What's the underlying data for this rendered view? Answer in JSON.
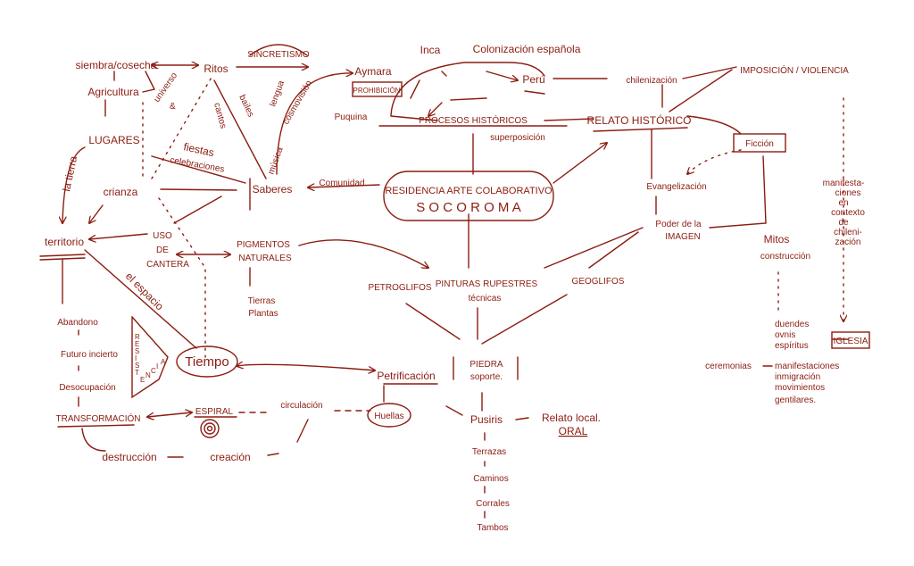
{
  "title": "Mapa conceptual Residencia Arte Colaborativo Socoroma",
  "colors": {
    "ink": "#8b1c10",
    "paper": "#ffffff"
  },
  "nodes": {
    "siembra": "siembra/cosecha",
    "agricultura": "Agricultura",
    "lugares": "LUGARES",
    "la_tierra": "la tierra",
    "crianza": "crianza",
    "territorio": "territorio",
    "ritos": "Ritos",
    "universo": "universo",
    "universo_amp": "&",
    "sincretismo": "SINCRETISMO",
    "bailes": "bailes",
    "cantos": "cantos",
    "fiestas": "fiestas",
    "celebraciones": "celebraciones",
    "saberes": "Saberes",
    "lengua": "lengua",
    "cosmovision": "cosmovisión",
    "musica": "música",
    "comunidad": "Comunidad",
    "aymara": "Aymara",
    "prohibicion": "PROHIBICIÓN",
    "puquina": "Puquina",
    "inca": "Inca",
    "colonizacion_espanola": "Colonización española",
    "peru": "Perú",
    "procesos": "PROCESOS HISTÓRICOS",
    "superposicion": "superposición",
    "residencia": "RESIDENCIA ARTE COLABORATIVO",
    "socoroma": "S O C O R O M A",
    "relato_historico": "RELATO HISTÓRICO",
    "chilenizacion": "chilenización",
    "imposicion": "IMPOSICIÓN / VIOLENCIA",
    "ficcion": "Ficción",
    "evangelizacion": "Evangelización",
    "poder": "Poder de la",
    "imagen": "IMAGEN",
    "mitos": "Mitos",
    "construccion": "construcción",
    "manifestaciones_ctx": [
      "manifesta-",
      "ciones",
      "en",
      "contexto",
      "de",
      "chileni-",
      "zación"
    ],
    "creencias": [
      "duendes",
      "ovnis",
      "espíritus",
      "manifestaciones",
      "inmigración",
      "movimientos",
      "gentilares."
    ],
    "iglesia": "IGLESIA",
    "ceremonias": "ceremonias",
    "uso": "USO",
    "de": "DE",
    "cantera": "CANTERA",
    "pigmentos": "PIGMENTOS",
    "naturales": "NATURALES",
    "tierras": "Tierras",
    "plantas": "Plantas",
    "el_espacio": "el espacio",
    "abandono": "Abandono",
    "futuro": "Futuro incierto",
    "desocupacion": "Desocupación",
    "transformacion": "TRANSFORMACIÓN",
    "resistencia": [
      "R",
      "E",
      "S",
      "I",
      "S",
      "T",
      "E",
      "N",
      "C",
      "I",
      "A"
    ],
    "tiempo": "Tiempo",
    "espiral": "ESPIRAL",
    "circulacion": "circulación",
    "destruccion": "destrucción",
    "creacion": "creación",
    "huellas": "Huellas",
    "petrificacion": "Petrificación",
    "piedra": "PIEDRA",
    "soporte": "soporte.",
    "petroglifos": "PETROGLIFOS",
    "pinturas": "PINTURAS RUPESTRES",
    "tecnicas": "técnicas",
    "geoglifos": "GEOGLIFOS",
    "pusiris": "Pusiris",
    "relato_local": "Relato local.",
    "oral": "ORAL",
    "terrazas": "Terrazas",
    "caminos": "Caminos",
    "corrales": "Corrales",
    "tambos": "Tambos"
  }
}
